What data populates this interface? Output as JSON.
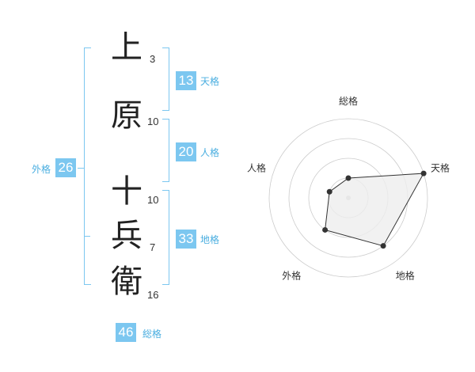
{
  "name_chars": [
    {
      "char": "上",
      "strokes": "3"
    },
    {
      "char": "原",
      "strokes": "10"
    },
    {
      "char": "十",
      "strokes": "10"
    },
    {
      "char": "兵",
      "strokes": "7"
    },
    {
      "char": "衛",
      "strokes": "16"
    }
  ],
  "fortunes": {
    "tenkaku": {
      "label": "天格",
      "value": "13"
    },
    "jinkaku": {
      "label": "人格",
      "value": "20"
    },
    "chikaku": {
      "label": "地格",
      "value": "33"
    },
    "gaikaku": {
      "label": "外格",
      "value": "26"
    },
    "soukaku": {
      "label": "総格",
      "value": "46"
    }
  },
  "chart_data": {
    "type": "radar",
    "axes": [
      "総格",
      "天格",
      "地格",
      "外格",
      "人格"
    ],
    "levels": 4,
    "values": [
      1,
      4,
      3,
      2,
      1
    ],
    "colors": {
      "fill": "#eeeeee",
      "stroke": "#333333",
      "grid": "#cccccc",
      "point": "#333333"
    }
  },
  "colors": {
    "accent": "#7cc7f0",
    "accent_text": "#4aaee0"
  }
}
